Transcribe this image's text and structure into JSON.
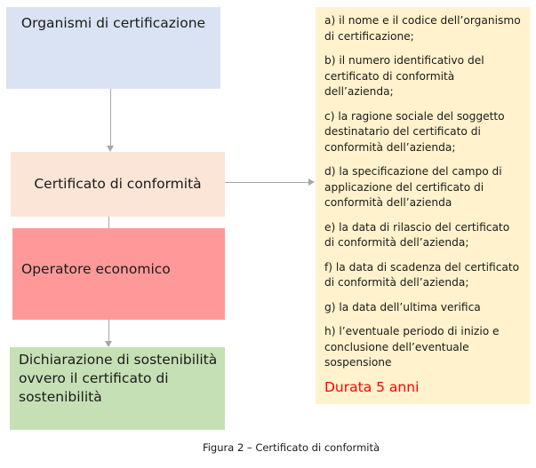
{
  "diagram": {
    "boxes": {
      "organismi": {
        "label": "Organismi di certificazione",
        "color": "#dae3f3"
      },
      "certificato": {
        "label": "Certificato di conformità",
        "color": "#fbe5d6"
      },
      "operatore": {
        "label": "Operatore economico",
        "color": "#ff9999"
      },
      "dichiarazione": {
        "label": "Dichiarazione di sostenibilità ovvero il certificato di sostenibilità",
        "color": "#c5e0b4"
      }
    },
    "details": {
      "color": "#fff2cc",
      "items": [
        "a) il nome e il codice dell’organismo di certificazione;",
        "b) il numero identificativo del certificato di conformità dell’azienda;",
        "c) la ragione sociale del soggetto destinatario del certificato di conformità dell’azienda;",
        "d) la specificazione del campo di applicazione del certificato di conformità dell’azienda",
        "e) la data di rilascio del certificato di conformità dell’azienda;",
        "f) la data di scadenza del certificato di conformità dell’azienda;",
        "g) la data dell’ultima verifica",
        "h) l’eventuale periodo di inizio e conclusione dell’eventuale sospensione"
      ],
      "duration": "Durata 5 anni",
      "duration_color": "#ff0000"
    },
    "caption": "Figura 2 – Certificato di conformità"
  }
}
